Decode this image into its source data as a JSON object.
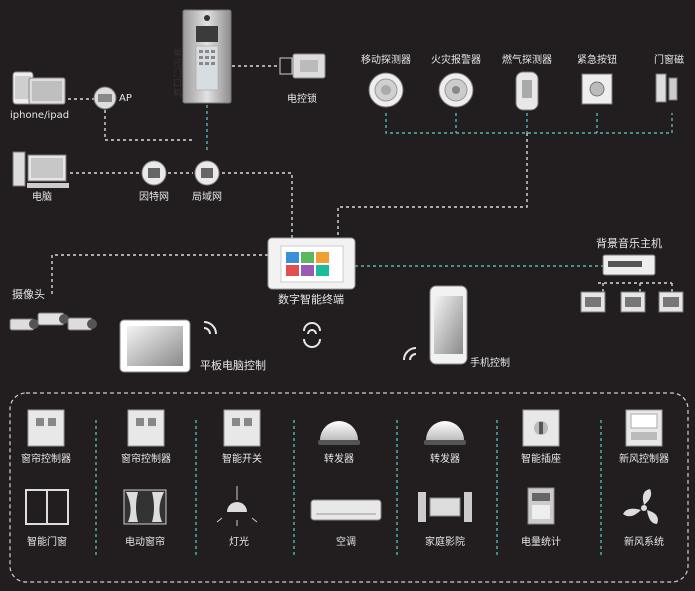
{
  "top": {
    "intercom": "单元门口机",
    "lock": "电控锁",
    "phone_pad": "iphone/ipad",
    "ap": "AP",
    "computer": "电脑",
    "internet": "因特网",
    "lan": "局域网",
    "sensors": [
      "移动探测器",
      "火灾报警器",
      "燃气探测器",
      "紧急按钮",
      "门窗磁"
    ]
  },
  "middle": {
    "camera": "摄像头",
    "terminal": "数字智能终端",
    "tablet": "平板电脑控制",
    "mobile": "手机控制",
    "music": "背景音乐主机"
  },
  "bottom": {
    "row1": [
      "窗帘控制器",
      "窗帘控制器",
      "智能开关",
      "转发器",
      "转发器",
      "智能插座",
      "新风控制器"
    ],
    "row2": [
      "智能门窗",
      "电动窗帘",
      "灯光",
      "空调",
      "家庭影院",
      "电量统计",
      "新风系统"
    ]
  },
  "colors": {
    "background": "#221e1f",
    "line_white": "#d9d9d9",
    "line_teal": "#4fb8b0",
    "panel_border": "#cfcfcf"
  }
}
